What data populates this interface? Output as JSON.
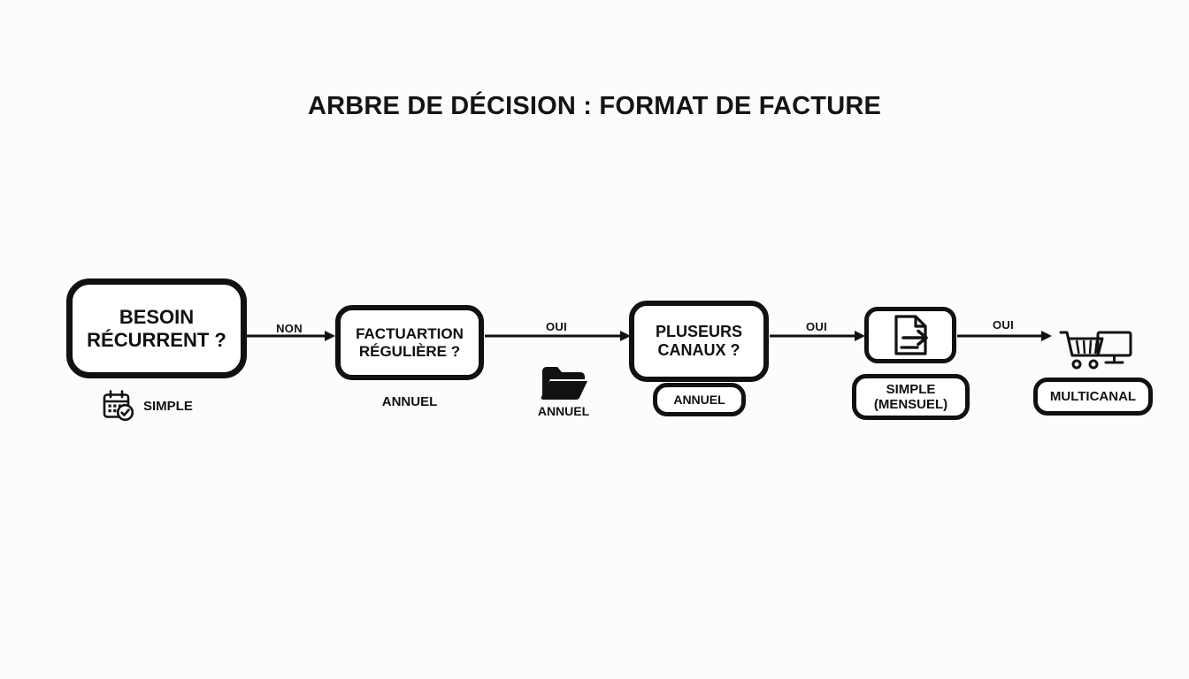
{
  "diagram": {
    "title": "ARBRE DE DÉCISION : FORMAT DE FACTURE",
    "background_color": "#fcfcfc",
    "stroke_color": "#111111",
    "nodes": [
      {
        "id": "node1",
        "label": "BESOIN\nRÉCURRENT ?",
        "shape": "rounded-rect",
        "icon": "calendar-check-icon",
        "caption": "SIMPLE"
      },
      {
        "id": "node2",
        "label": "FACTUARTION\nRÉGULIÈRE ?",
        "shape": "rounded-rect",
        "caption": "ANNUEL"
      },
      {
        "id": "node3",
        "label": "PLUSEURS\nCANAUX ?",
        "shape": "rounded-rect",
        "caption": "ANNUEL"
      },
      {
        "id": "node4",
        "label": "",
        "shape": "rounded-rect",
        "icon": "document-export-icon",
        "caption": "SIMPLE\n(MENSUEL)"
      },
      {
        "id": "node5",
        "label": "",
        "shape": "icon-only",
        "icon": "cart-monitor-icon",
        "caption": "MULTICANAL"
      }
    ],
    "edges": [
      {
        "id": "edge1",
        "label": "NON",
        "from": "node1",
        "to": "node2"
      },
      {
        "id": "edge2",
        "label": "OUI",
        "from": "node2",
        "to": "node3",
        "icon": "folder-icon",
        "icon_caption": "ANNUEL"
      },
      {
        "id": "edge3",
        "label": "OUI",
        "from": "node3",
        "to": "node4"
      },
      {
        "id": "edge4",
        "label": "OUI",
        "from": "node4",
        "to": "node5"
      }
    ]
  }
}
